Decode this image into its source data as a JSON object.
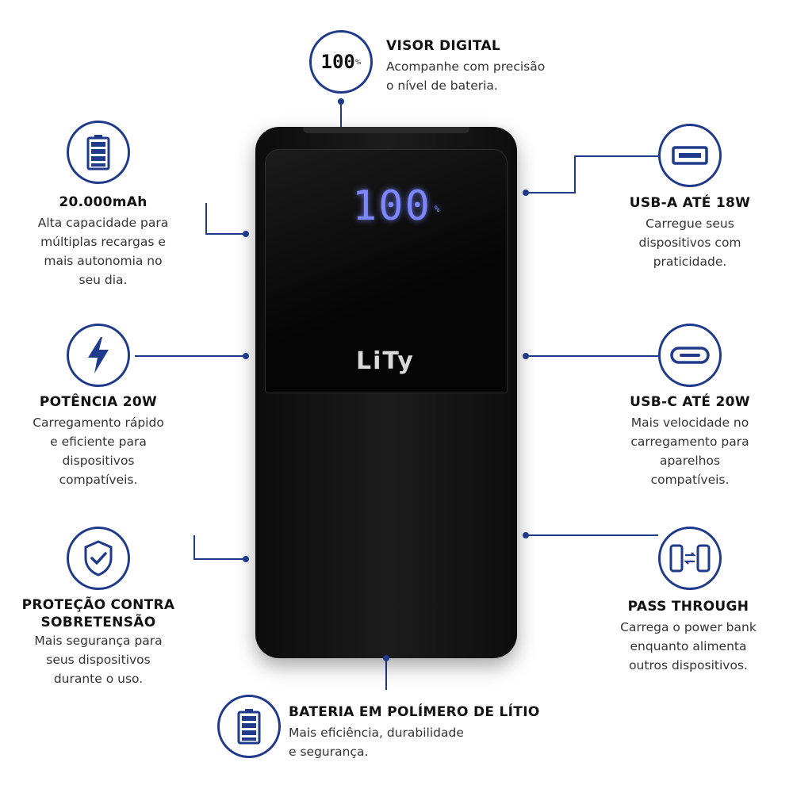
{
  "display": {
    "digits": "100",
    "percent": "%",
    "brand": "LiTy"
  },
  "features": {
    "visor": {
      "title": "VISOR DIGITAL",
      "desc": "Acompanhe com precisão\no nível de bateria.",
      "icon_text": "100",
      "icon_percent": "%",
      "icon": "digital-display-icon"
    },
    "capacity": {
      "title": "20.000mAh",
      "desc": "Alta capacidade para\nmúltiplas recargas e\nmais autonomia no\nseu dia.",
      "icon": "battery-full-icon"
    },
    "power": {
      "title": "POTÊNCIA 20W",
      "desc": "Carregamento rápido\ne eficiente para\ndispositivos\ncompatíveis.",
      "icon": "lightning-icon"
    },
    "protection": {
      "title": "PROTEÇÃO CONTRA\nSOBRETENSÃO",
      "desc": "Mais segurança para\nseus dispositivos\ndurante o uso.",
      "icon": "shield-check-icon"
    },
    "usba": {
      "title": "USB-A ATÉ 18W",
      "desc": "Carregue seus\ndispositivos com\npraticidade.",
      "icon": "usb-a-port-icon"
    },
    "usbc": {
      "title": "USB-C ATÉ 20W",
      "desc": "Mais velocidade no\ncarregamento para\naparelhos\ncompatíveis.",
      "icon": "usb-c-port-icon"
    },
    "passthrough": {
      "title": "PASS THROUGH",
      "desc": "Carrega o power bank\nenquanto alimenta\noutros dispositivos.",
      "icon": "pass-through-icon"
    },
    "battery": {
      "title": "BATERIA EM POLÍMERO DE LÍTIO",
      "desc": "Mais eficiência, durabilidade\ne segurança.",
      "icon": "battery-full-icon"
    }
  },
  "colors": {
    "accent": "#1f3a8a",
    "led": "#7b86ff",
    "device": "#141414"
  }
}
